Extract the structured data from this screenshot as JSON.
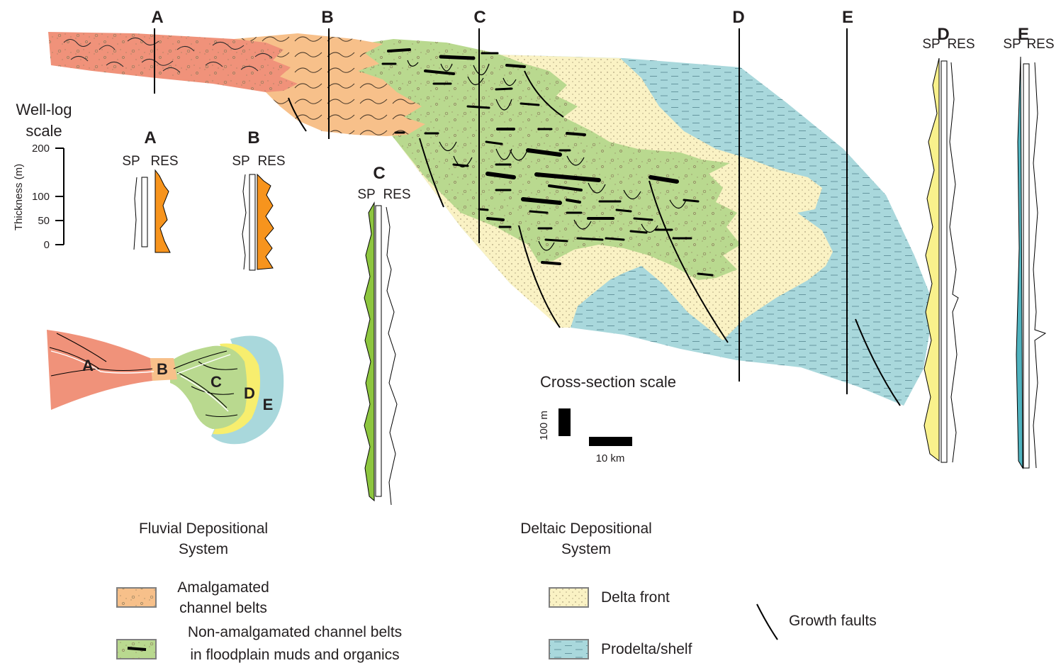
{
  "wells": {
    "A": "A",
    "B": "B",
    "C": "C",
    "D": "D",
    "E": "E"
  },
  "log_headers": {
    "sp": "SP",
    "res": "RES"
  },
  "well_log_scale": {
    "title_line1": "Well-log",
    "title_line2": "scale",
    "axis_label": "Thickness (m)",
    "ticks": [
      "200",
      "100",
      "50",
      "0"
    ]
  },
  "cross_section_scale": {
    "title": "Cross-section scale",
    "vertical": "100 m",
    "horizontal": "10 km"
  },
  "map_labels": {
    "A": "A",
    "B": "B",
    "C": "C",
    "D": "D",
    "E": "E"
  },
  "systems": {
    "fluvial_line1": "Fluvial  Depositional",
    "fluvial_line2": "System",
    "deltaic_line1": "Deltaic Depositional",
    "deltaic_line2": "System"
  },
  "legend": {
    "amalgamated_line1": "Amalgamated",
    "amalgamated_line2": "channel belts",
    "nonamalgamated_line1": "Non-amalgamated channel belts",
    "nonamalgamated_line2": "in floodplain muds and organics",
    "delta_front": "Delta front",
    "prodelta": "Prodelta/shelf",
    "growth_faults": "Growth faults"
  },
  "colors": {
    "fluvial_red": "#f0927a",
    "amalgamated_orange": "#f7c08a",
    "floodplain_green": "#b9d98f",
    "delta_front_yellow": "#faf2c4",
    "prodelta_blue": "#a9d8dc",
    "log_orange": "#f7941d",
    "log_green": "#8dc63f",
    "log_yellow": "#f9f18c",
    "log_blue": "#4fb3bf"
  }
}
